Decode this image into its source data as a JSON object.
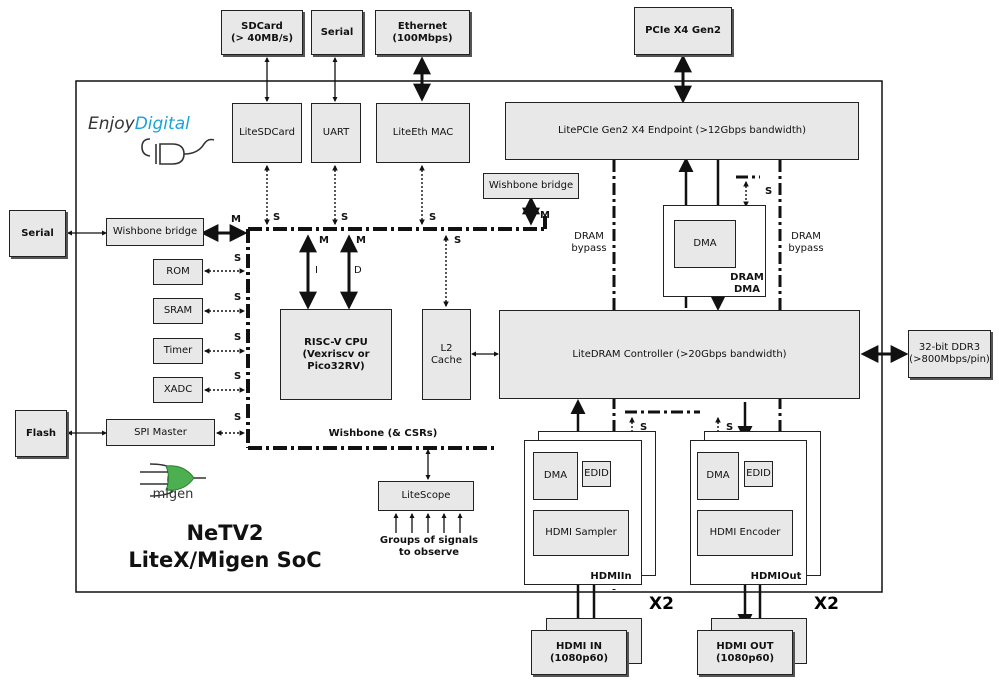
{
  "external": {
    "sdcard": "SDCard\n(> 40MB/s)",
    "serial_top": "Serial",
    "ethernet": "Ethernet\n(100Mbps)",
    "pcie": "PCIe X4 Gen2",
    "serial_left": "Serial",
    "flash": "Flash",
    "ddr3": "32-bit DDR3\n(>800Mbps/pin)",
    "hdmi_in": "HDMI IN\n(1080p60)",
    "hdmi_out": "HDMI OUT\n(1080p60)"
  },
  "blocks": {
    "litesdcard": "LiteSDCard",
    "uart": "UART",
    "liteeth": "LiteEth MAC",
    "litepcie": "LitePCIe Gen2 X4 Endpoint (>12Gbps bandwidth)",
    "wb_bridge_right": "Wishbone bridge",
    "wb_bridge_left": "Wishbone bridge",
    "rom": "ROM",
    "sram": "SRAM",
    "timer": "Timer",
    "xadc": "XADC",
    "spi": "SPI Master",
    "cpu": "RISC-V CPU\n(Vexriscv or\nPico32RV)",
    "l2": "L2\nCache",
    "litedram": "LiteDRAM Controller (>20Gbps bandwidth)",
    "dma_top": "DMA",
    "dma_in": "DMA",
    "edid_in": "EDID",
    "hdmi_sampler": "HDMI Sampler",
    "dma_out": "DMA",
    "edid_out": "EDID",
    "hdmi_encoder": "HDMI Encoder",
    "litescope": "LiteScope"
  },
  "labels": {
    "dram_dma": "DRAM\nDMA",
    "dram_bypass_left": "DRAM\nbypass",
    "dram_bypass_right": "DRAM\nbypass",
    "wishbone_csrs": "Wishbone (& CSRs)",
    "groups": "Groups of signals\nto observe",
    "hdmi_in_group": "HDMIIn",
    "hdmi_out_group": "HDMIOut",
    "x2_left": "X2",
    "x2_right": "X2",
    "m": "M",
    "s": "S",
    "i": "I",
    "d": "D"
  },
  "title": {
    "line1": "NeTV2",
    "line2": "LiteX/Migen SoC"
  },
  "logos": {
    "enjoy": "Enjoy",
    "digital": "Digital",
    "migen": "migen"
  },
  "colors": {
    "block_fill": "#e8e8e8",
    "line": "#111111",
    "enjoy_digital_blue": "#1aa3d9",
    "migen_green": "#4caf50"
  }
}
